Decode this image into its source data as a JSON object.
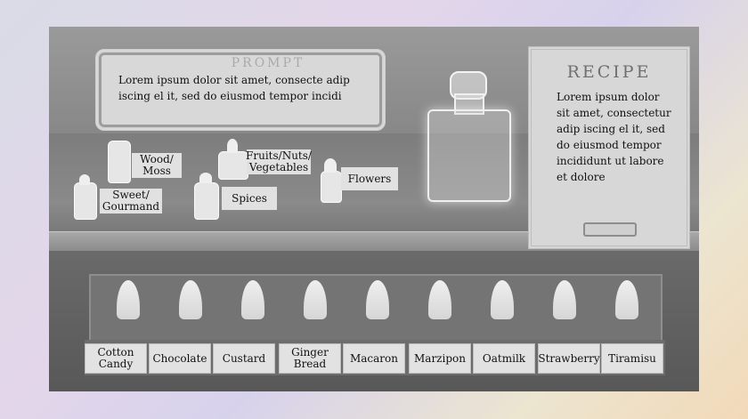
{
  "prompt": {
    "title": "PROMPT",
    "text": "Lorem ipsum dolor sit amet, consecte adip iscing el it, sed do eiusmod tempor incidi"
  },
  "recipe": {
    "title": "RECIPE",
    "text": "Lorem ipsum dolor sit amet, consectetur adip iscing el it, sed do eiusmod tempor incididunt ut labore et dolore"
  },
  "categories": {
    "wood_moss": "Wood/ Moss",
    "sweet_gourmand": "Sweet/ Gourmand",
    "fruits": "Fruits/Nuts/ Vegetables",
    "spices": "Spices",
    "flowers": "Flowers"
  },
  "flavors": [
    "Cotton Candy",
    "Chocolate",
    "Custard",
    "Ginger Bread",
    "Macaron",
    "Marzipon",
    "Oatmilk",
    "Strawberry",
    "Tiramisu"
  ],
  "colors": {
    "panel": "#d8d8d8",
    "label": "#e1e1e1",
    "scene": "#7c7c7c"
  }
}
